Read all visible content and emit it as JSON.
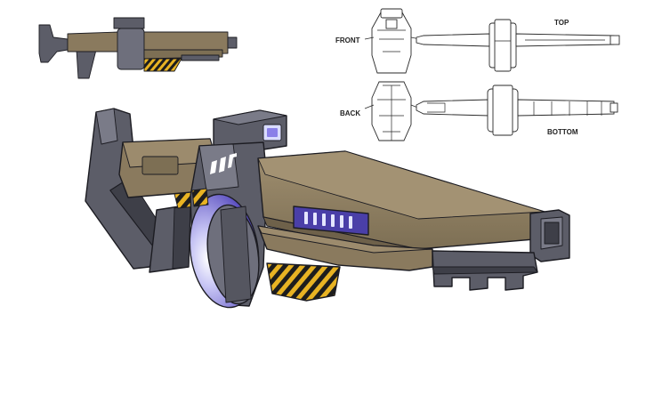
{
  "views": {
    "front": "FRONT",
    "top": "TOP",
    "back": "BACK",
    "bottom": "BOTTOM"
  },
  "colors": {
    "body_tan": "#8a7a5e",
    "body_tan_light": "#9c8b6d",
    "body_tan_dark": "#6e614a",
    "frame_gray": "#5c5d68",
    "frame_gray_light": "#7a7b88",
    "frame_gray_dark": "#3e3f48",
    "glow_blue": "#d9dcff",
    "glow_violet": "#7b6cd9",
    "hazard_yellow": "#e8b323",
    "hazard_black": "#1d1d1d",
    "outline": "#1c1c22"
  }
}
